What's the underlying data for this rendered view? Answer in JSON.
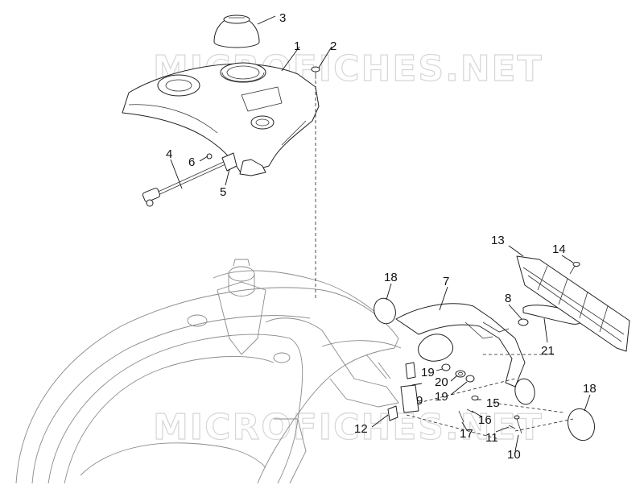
{
  "watermark": {
    "text": "MICROFICHES.NET"
  },
  "callouts": [
    {
      "id": "c1",
      "label": "1"
    },
    {
      "id": "c2",
      "label": "2"
    },
    {
      "id": "c3",
      "label": "3"
    },
    {
      "id": "c4",
      "label": "4"
    },
    {
      "id": "c5",
      "label": "5"
    },
    {
      "id": "c6",
      "label": "6"
    },
    {
      "id": "c7",
      "label": "7"
    },
    {
      "id": "c8",
      "label": "8"
    },
    {
      "id": "c9",
      "label": "9"
    },
    {
      "id": "c10",
      "label": "10"
    },
    {
      "id": "c11",
      "label": "11"
    },
    {
      "id": "c12",
      "label": "12"
    },
    {
      "id": "c13",
      "label": "13"
    },
    {
      "id": "c14",
      "label": "14"
    },
    {
      "id": "c15",
      "label": "15"
    },
    {
      "id": "c16",
      "label": "16"
    },
    {
      "id": "c17",
      "label": "17"
    },
    {
      "id": "c18a",
      "label": "18"
    },
    {
      "id": "c18b",
      "label": "18"
    },
    {
      "id": "c19a",
      "label": "19"
    },
    {
      "id": "c19b",
      "label": "19"
    },
    {
      "id": "c20",
      "label": "20"
    },
    {
      "id": "c21",
      "label": "21"
    }
  ]
}
